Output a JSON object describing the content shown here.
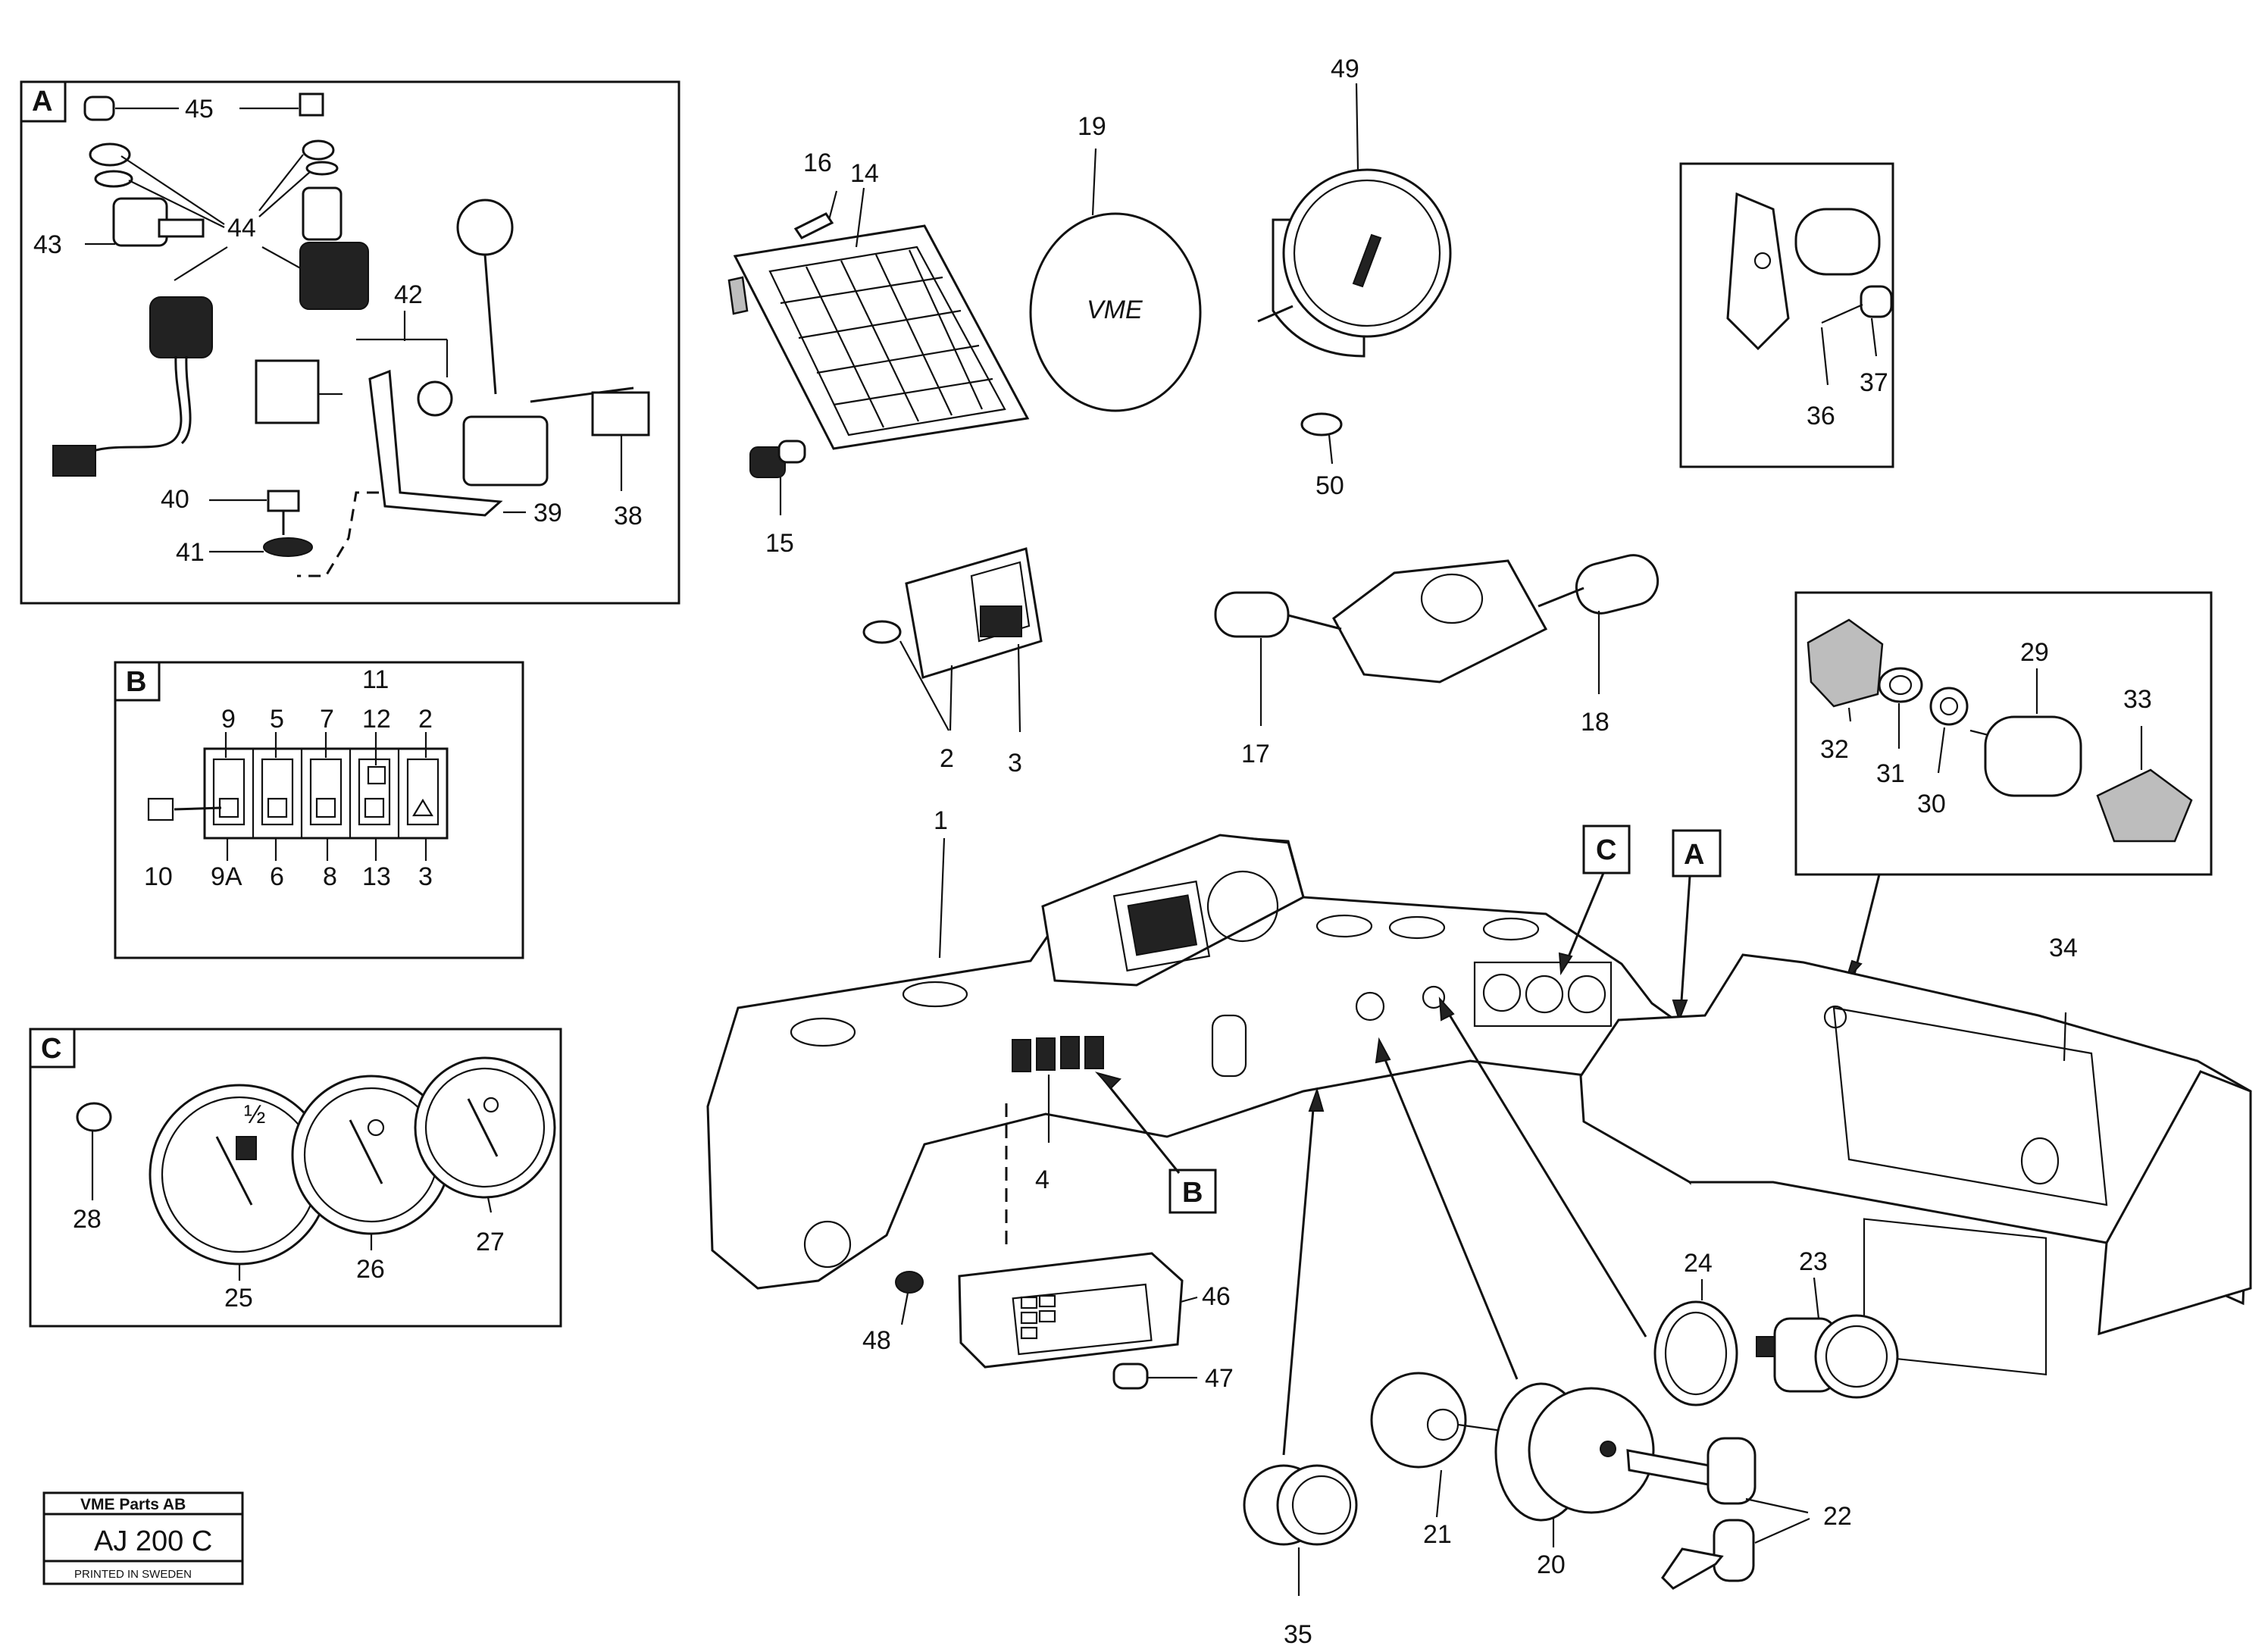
{
  "panel_letters": {
    "a": "A",
    "b": "B",
    "c": "C",
    "callout_a": "A",
    "callout_b": "B",
    "callout_c": "C"
  },
  "part_numbers": {
    "p1": "1",
    "p2": "2",
    "p3": "3",
    "p4": "4",
    "p14": "14",
    "p15": "15",
    "p16": "16",
    "p17": "17",
    "p18": "18",
    "p19": "19",
    "p20": "20",
    "p21": "21",
    "p22": "22",
    "p23": "23",
    "p24": "24",
    "p29": "29",
    "p30": "30",
    "p31": "31",
    "p32": "32",
    "p33": "33",
    "p34": "34",
    "p35": "35",
    "p36": "36",
    "p37": "37",
    "p46": "46",
    "p47": "47",
    "p48": "48",
    "p49": "49",
    "p50": "50"
  },
  "panel_a_numbers": {
    "p38": "38",
    "p39": "39",
    "p40": "40",
    "p41": "41",
    "p42": "42",
    "p43": "43",
    "p44": "44",
    "p45": "45"
  },
  "panel_b_numbers": {
    "top": [
      "9",
      "5",
      "7",
      "12",
      "2"
    ],
    "top_extra": "11",
    "bottom": [
      "9A",
      "6",
      "8",
      "13",
      "3"
    ],
    "left": "10"
  },
  "panel_c_numbers": {
    "p25": "25",
    "p26": "26",
    "p27": "27",
    "p28": "28"
  },
  "gauge_markings": {
    "half": "½",
    "badge_19": "VME"
  },
  "title_block": {
    "company": "VME Parts AB",
    "code": "AJ 200 C",
    "printed": "PRINTED IN SWEDEN"
  }
}
